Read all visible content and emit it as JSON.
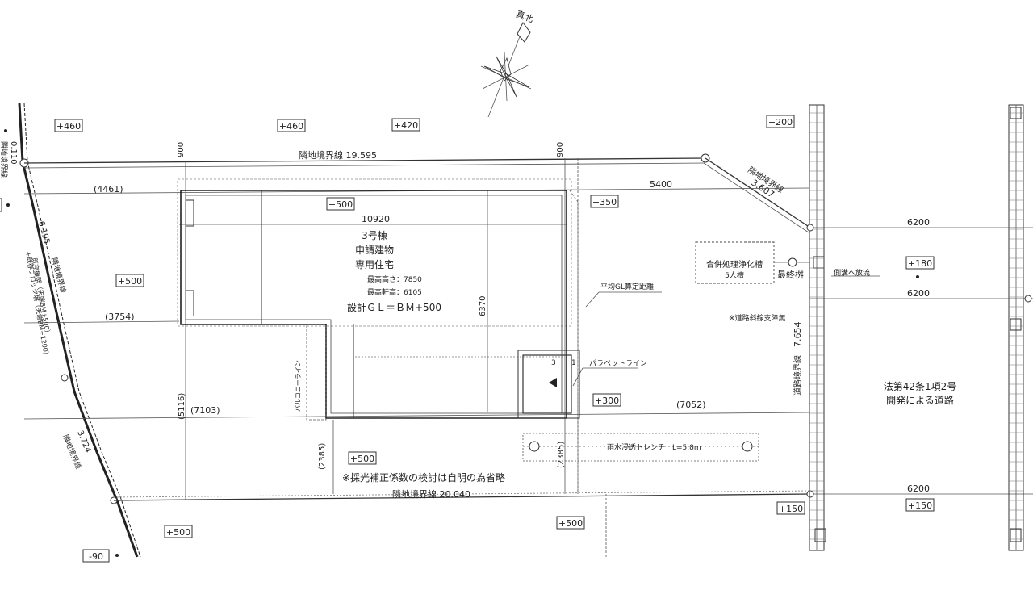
{
  "north_label": "真北",
  "levels": {
    "l1": "+460",
    "l2": "+460",
    "l3": "+420",
    "l4": "+200",
    "l5": "+500",
    "l6": "+350",
    "l7": "+500",
    "l8": "+180",
    "l9": "+300",
    "l10": "+500",
    "l11": "+500",
    "l12": "+500",
    "l13": "+150",
    "l14": "+150",
    "l15": "-90"
  },
  "boundaries": {
    "north": "隣地境界線 19.595",
    "northeast_label": "隣地境界線",
    "northeast_len": "3.607",
    "south": "隣地境界線 20.040",
    "west_bottom_len": "3.724",
    "west_bottom_label": "隣地境界線",
    "west_top_small": "0.110",
    "west_top_label": "隣地境界線",
    "west_mid_len": "6.195",
    "west_mid_label": "隣地境界線",
    "west_note1": "既存擁壁（天端BM+500）",
    "west_note2": "+既存ブロック塀（天端BM+1200）",
    "road_len": "7.654",
    "road_label": "道路境界線"
  },
  "dims": {
    "d900a": "900",
    "d900b": "900",
    "d5400": "5400",
    "d4461": "(4461)",
    "d10920": "10920",
    "d3754": "(3754)",
    "d6370": "6370",
    "d5116": "(5116)",
    "d7103": "(7103)",
    "d7052": "(7052)",
    "d2385a": "(2385)",
    "d2385b": "(2385)",
    "d6200a": "6200",
    "d6200b": "6200",
    "d6200c": "6200"
  },
  "building": {
    "name": "3号棟",
    "kind": "申請建物",
    "use": "専用住宅",
    "max_height": "最高高さ：7850",
    "eave_height": "最高軒高：6105",
    "design_gl": "設計ＧＬ＝ＢＭ+500"
  },
  "labels": {
    "avg_gl": "平均GL算定距離",
    "parapet": "パラペットライン",
    "balcony": "バルコニーライン",
    "septic1": "合併処理浄化槽",
    "septic2": "5人槽",
    "final_basin": "最終桝",
    "discharge": "側溝へ放流",
    "road_note": "※道路斜線支障無",
    "road_type1": "法第42条1項2号",
    "road_type2": "開発による道路",
    "trench": "雨水浸透トレンチ　L=5.8m",
    "lighting_note": "※採光補正係数の検討は自明の為省略",
    "small3": "3",
    "small1": "1"
  }
}
